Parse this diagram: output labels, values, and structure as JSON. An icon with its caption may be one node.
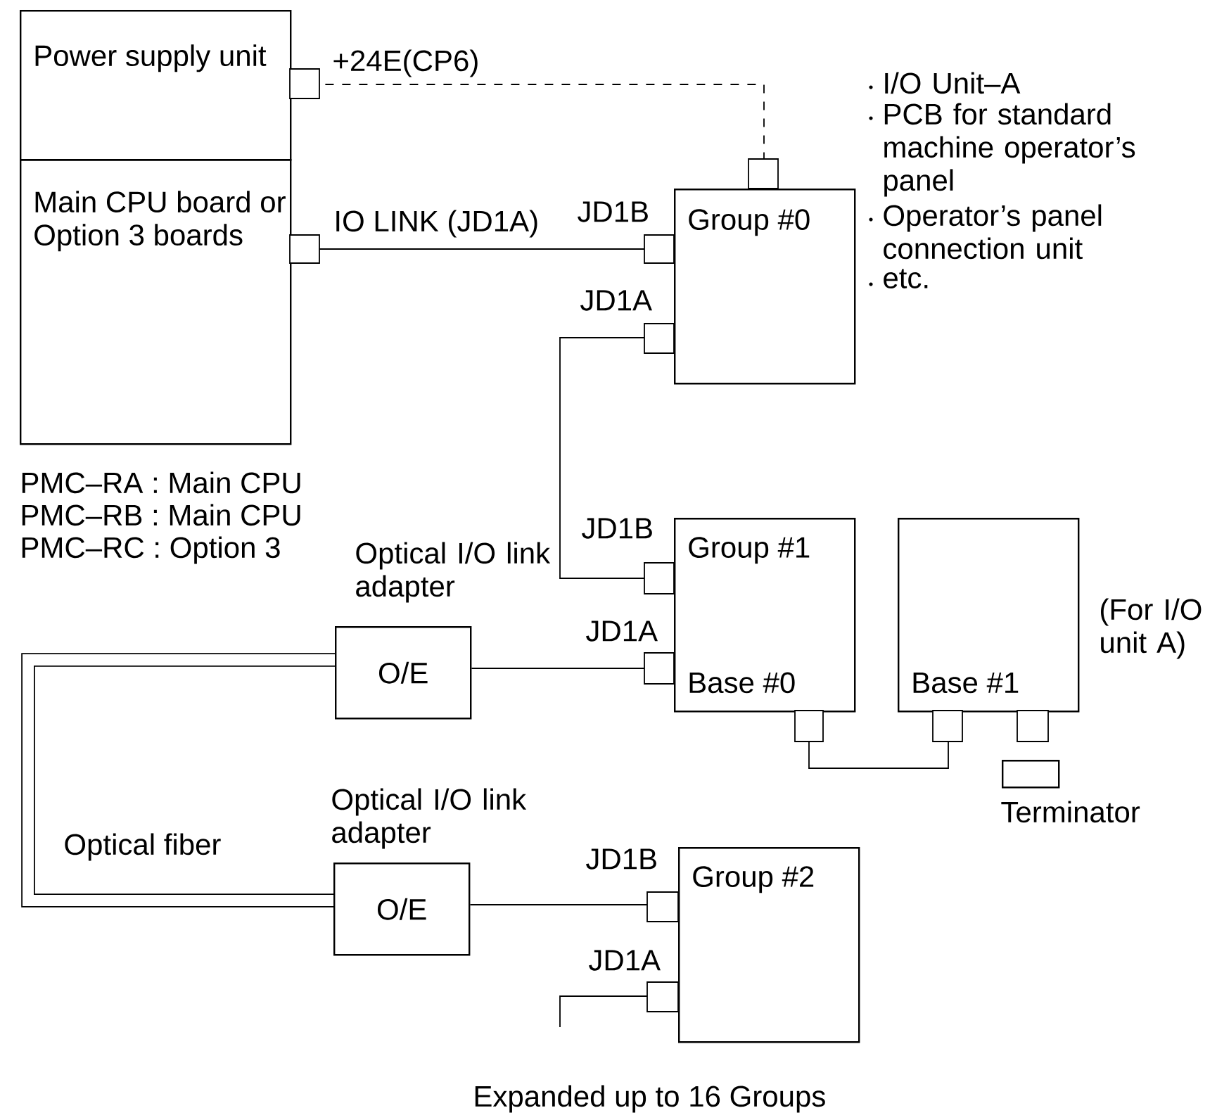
{
  "diagram": {
    "nodes": [
      {
        "text": [
          "Power supply unit"
        ]
      },
      {
        "text": [
          "Main CPU board or Option 3 boards"
        ]
      },
      {
        "text": [
          "Group #0"
        ]
      },
      {
        "text": [
          "Group #1",
          "Base #0"
        ]
      },
      {
        "text": [
          "Base #1"
        ],
        "beside": [
          "(For I/O unit A)"
        ]
      },
      {
        "text": [
          "O/E"
        ],
        "beside": [
          "Optical I/O link adapter"
        ]
      },
      {
        "text": [
          "O/E"
        ],
        "beside": [
          "Optical I/O link adapter"
        ]
      },
      {
        "text": [
          "Group #2"
        ]
      },
      {
        "text": [],
        "shape": "box",
        "beside": [
          "Terminator"
        ]
      }
    ],
    "edges": [
      {
        "from": 0,
        "to": 2,
        "arrow": "other",
        "style": "dashed",
        "label": "+24E(CP6)"
      },
      {
        "from": 1,
        "to": 2,
        "arrow": "other",
        "label": "IO LINK (JD1A)"
      },
      {
        "from": 2,
        "to": 3,
        "arrow": "other"
      },
      {
        "from": 5,
        "to": 3,
        "arrow": "other"
      },
      {
        "from": 5,
        "to": 6,
        "arrow": "none",
        "style": "thick",
        "label": "Optical fiber"
      },
      {
        "from": 6,
        "to": 7,
        "arrow": "other"
      },
      {
        "from": 3,
        "to": 4,
        "arrow": "other"
      },
      {
        "from": 7,
        "to": null,
        "arrow": "other"
      }
    ],
    "labels": [
      "I/O Unit–A",
      "PCB for standard machine operator’s panel",
      "Operator’s panel connection unit",
      "etc.",
      "JD1B",
      "JD1A",
      "PMC–RA : Main CPU",
      "PMC–RB : Main CPU",
      "PMC–RC : Option 3",
      "JD1B",
      "JD1A",
      "JD1B",
      "JD1A",
      "Expanded up to 16 Groups"
    ]
  }
}
